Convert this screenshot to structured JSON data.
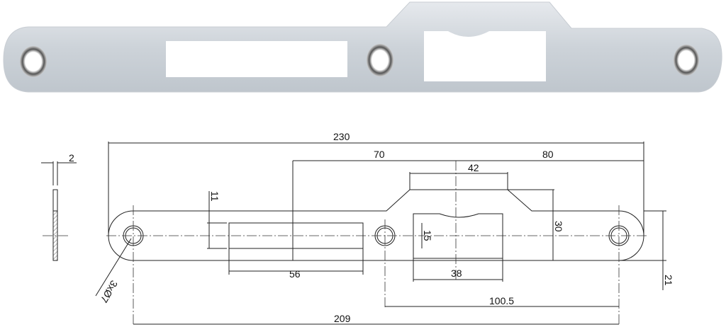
{
  "title": "Strike plate technical drawing",
  "colors": {
    "plate_light": "#dfe3e8",
    "plate_dark": "#b7bec6",
    "line": "#222222"
  },
  "dimensions": {
    "overall_length": "230",
    "center_to_slot": "70",
    "center_to_end": "80",
    "tab_width": "42",
    "slot_height": "11",
    "slot_width": "56",
    "cutout_width": "38",
    "cutout_height": "15",
    "tab_height": "30",
    "plate_width": "21",
    "hole_spacing_right": "100.5",
    "hole_spacing_outer": "209",
    "thickness": "2",
    "holes": "3xØ7"
  }
}
